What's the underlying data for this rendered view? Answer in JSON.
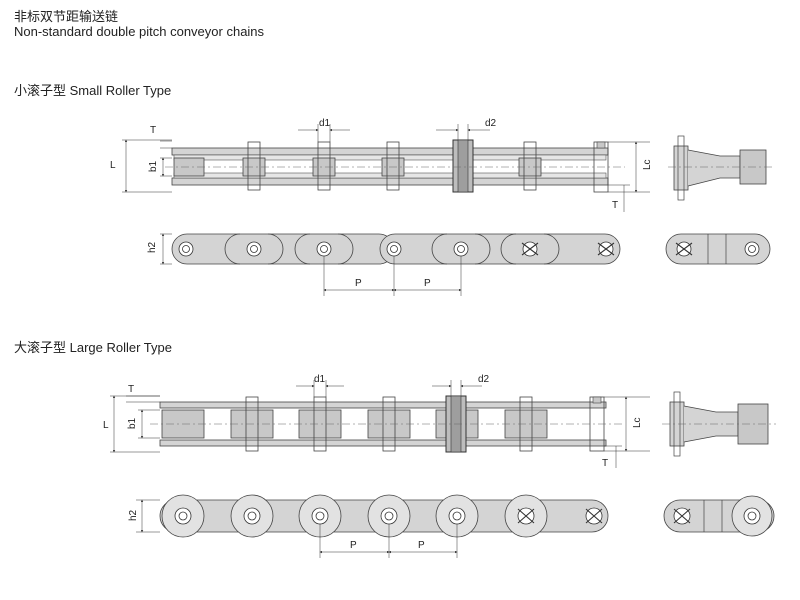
{
  "header": {
    "title_cn": "非标双节距输送链",
    "title_en": "Non-standard double pitch conveyor chains"
  },
  "small_roller": {
    "title": "小滚子型 Small Roller Type",
    "labels": {
      "T": "T",
      "L": "L",
      "b1": "b1",
      "d1": "d1",
      "d2": "d2",
      "Lc": "Lc",
      "T2": "T",
      "h2": "h2",
      "P1": "P",
      "P2": "P"
    }
  },
  "large_roller": {
    "title": "大滚子型 Large Roller Type",
    "labels": {
      "T": "T",
      "L": "L",
      "b1": "b1",
      "d1": "d1",
      "d2": "d2",
      "Lc": "Lc",
      "T2": "T",
      "h2": "h2",
      "P1": "P",
      "P2": "P"
    }
  },
  "colors": {
    "plate": "#d4d4d4",
    "plate_stroke": "#444444",
    "roller": "#c8c8c8",
    "line": "#333333"
  }
}
